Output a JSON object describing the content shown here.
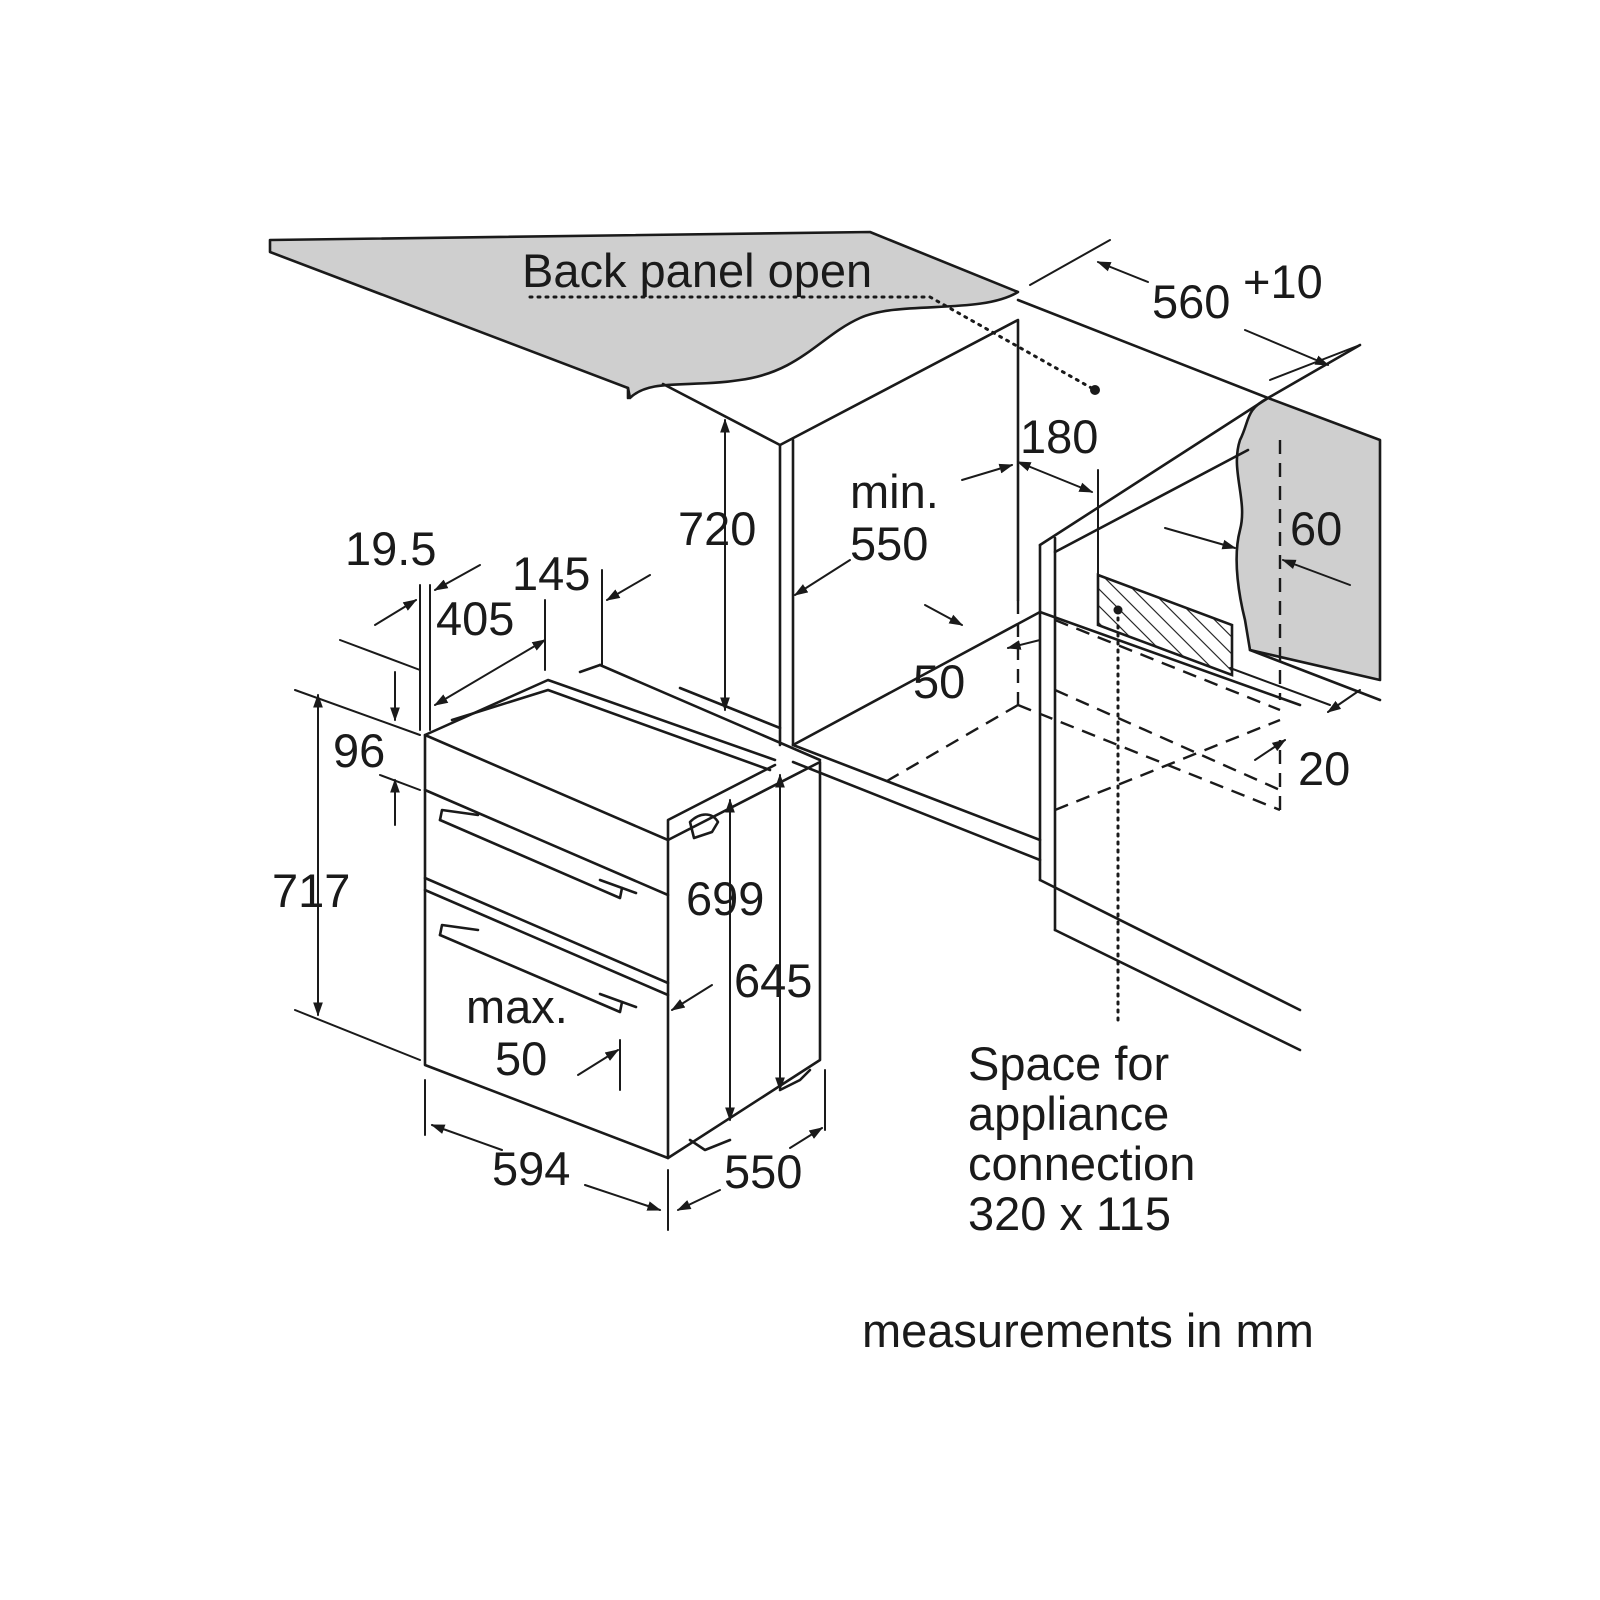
{
  "labels": {
    "back_panel": "Back panel open",
    "niche_width": "560",
    "niche_width_tolerance": "+10",
    "gap_180": "180",
    "min_label": "min.",
    "min_550": "550",
    "niche_height": "720",
    "side_60": "60",
    "front_19_5": "19.5",
    "top_145": "145",
    "top_405": "405",
    "floor_50": "50",
    "panel_96": "96",
    "rear_20": "20",
    "overall_717": "717",
    "body_699": "699",
    "body_645": "645",
    "max_label": "max.",
    "max_50": "50",
    "width_594": "594",
    "depth_550": "550",
    "connection_line1": "Space for",
    "connection_line2": "appliance",
    "connection_line3": "connection",
    "connection_line4": "320 x 115",
    "units_note": "measurements in mm"
  },
  "colors": {
    "line": "#1a1a1a",
    "worktop": "#cfcfcf",
    "background": "#ffffff"
  }
}
